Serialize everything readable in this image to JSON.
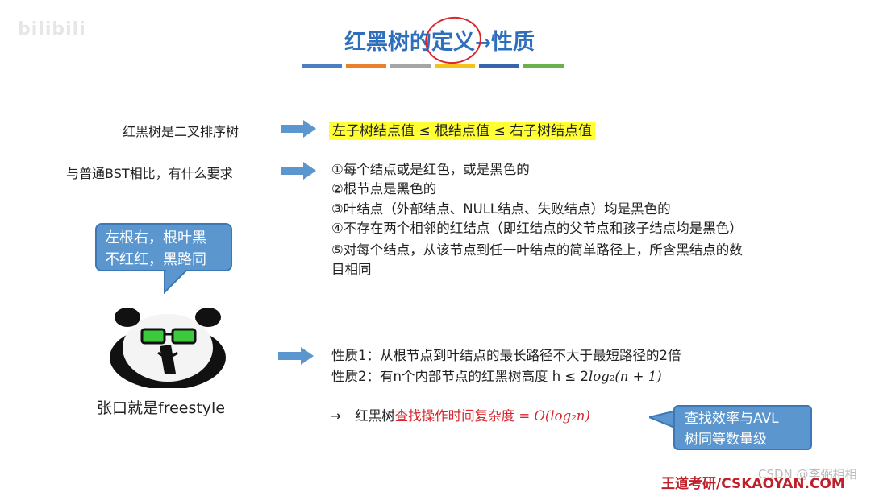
{
  "logo": {
    "text": "bilibili"
  },
  "title": {
    "part1": "红黑树的",
    "part2": "定义",
    "arrow": "→",
    "part3": "性质"
  },
  "colors": {
    "title": "#2e6fbd",
    "bars": [
      "#4a7fc1",
      "#e8812e",
      "#a5a5a5",
      "#f4c21a",
      "#3665ad",
      "#6ab04c"
    ],
    "bubble": "#5b96cf",
    "highlight": "#ffff33",
    "red": "#d9262e"
  },
  "row1": {
    "label": "红黑树是二叉排序树",
    "highlight": "左子树结点值 ≤ 根结点值 ≤ 右子树结点值"
  },
  "row2": {
    "label": "与普通BST相比，有什么要求",
    "rules": [
      "①每个结点或是红色，或是黑色的",
      "②根节点是黑色的",
      "③叶结点（外部结点、NULL结点、失败结点）均是黑色的",
      "④不存在两个相邻的红结点（即红结点的父节点和孩子结点均是黑色）",
      "⑤对每个结点，从该节点到任一叶结点的简单路径上，所含黑结点的数",
      "目相同"
    ]
  },
  "bubble": {
    "line1": "左根右，根叶黑",
    "line2": "不红红，黑路同"
  },
  "caption": "张口就是freestyle",
  "properties": {
    "p1": "性质1：从根节点到叶结点的最长路径不大于最短路径的2倍",
    "p2_prefix": "性质2：有n个内部节点的红黑树高度 h ≤ 2",
    "p2_formula": "log₂(n + 1)",
    "complexity_arrow": "→",
    "complexity_prefix": "红黑树",
    "complexity_red": "查找操作时间复杂度 = ",
    "complexity_formula": "O(log₂n)"
  },
  "bubble2": {
    "line1": "查找效率与AVL",
    "line2": "树同等数量级"
  },
  "watermark": "CSDN @李弼相相",
  "footer": "王道考研/CSKAOYAN.COM"
}
